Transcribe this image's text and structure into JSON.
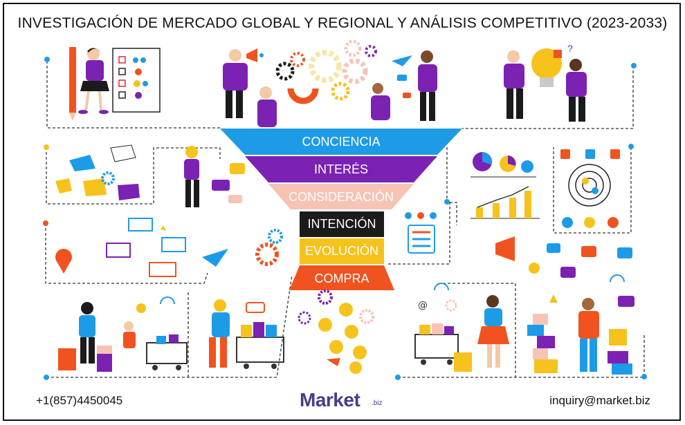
{
  "title": "INVESTIGACIÓN DE MERCADO GLOBAL Y REGIONAL Y ANÁLISIS COMPETITIVO (2023-2033)",
  "funnel": [
    {
      "label": "CONCIENCIA",
      "color": "#1e9be6"
    },
    {
      "label": "INTERÉS",
      "color": "#7b22b3"
    },
    {
      "label": "CONSIDERACIÓN",
      "color": "#f6c3b4"
    },
    {
      "label": "INTENCIÓN",
      "color": "#1b1b1b"
    },
    {
      "label": "EVOLUCIÓN",
      "color": "#f6c21c"
    },
    {
      "label": "COMPRA",
      "color": "#f0531f"
    }
  ],
  "footer": {
    "phone": "+1(857)4450045",
    "email": "inquiry@market.biz",
    "logo_main": "Market",
    "logo_sub": ".biz"
  },
  "colors": {
    "purple": "#7b22b3",
    "blue": "#1e9be6",
    "yellow": "#f6c21c",
    "orange": "#f0531f"
  }
}
